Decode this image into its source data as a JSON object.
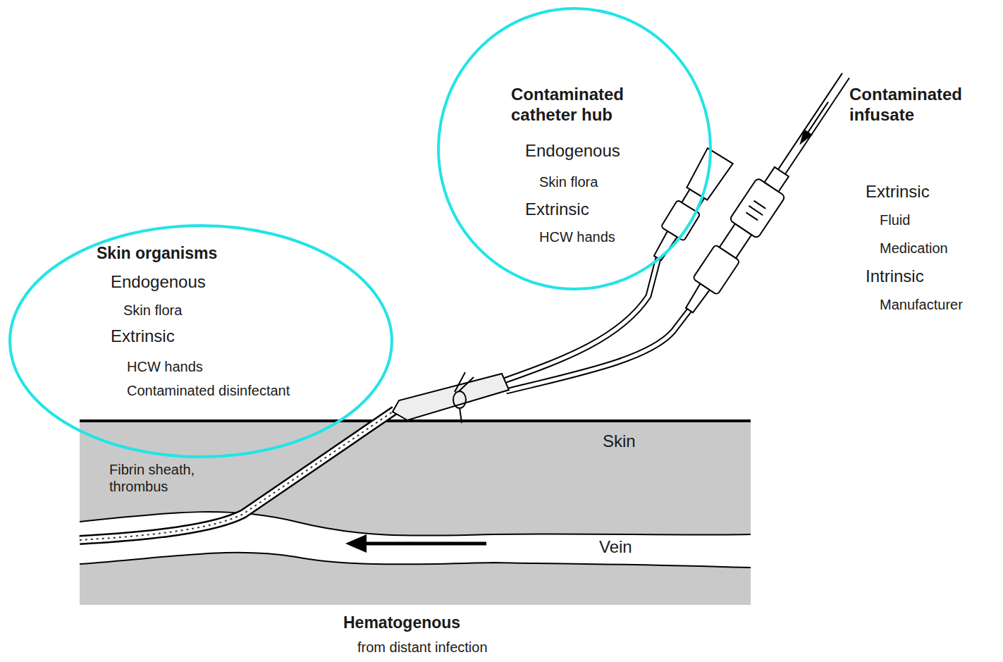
{
  "diagram": {
    "nodes": [
      {
        "text": [
          "Contaminated catheter hub",
          "Endogenous",
          "Skin flora",
          "Extrinsic",
          "HCW hands"
        ]
      },
      {
        "text": [
          "Skin organisms",
          "Endogenous",
          "Skin flora",
          "Extrinsic",
          "HCW hands",
          "Contaminated disinfectant"
        ]
      }
    ],
    "labels": [
      "Contaminated infusate",
      "Extrinsic",
      "Fluid",
      "Medication",
      "Intrinsic",
      "Manufacturer",
      "Skin",
      "Fibrin sheath, thrombus",
      "Vein",
      "Hematogenous",
      "from distant infection"
    ]
  }
}
